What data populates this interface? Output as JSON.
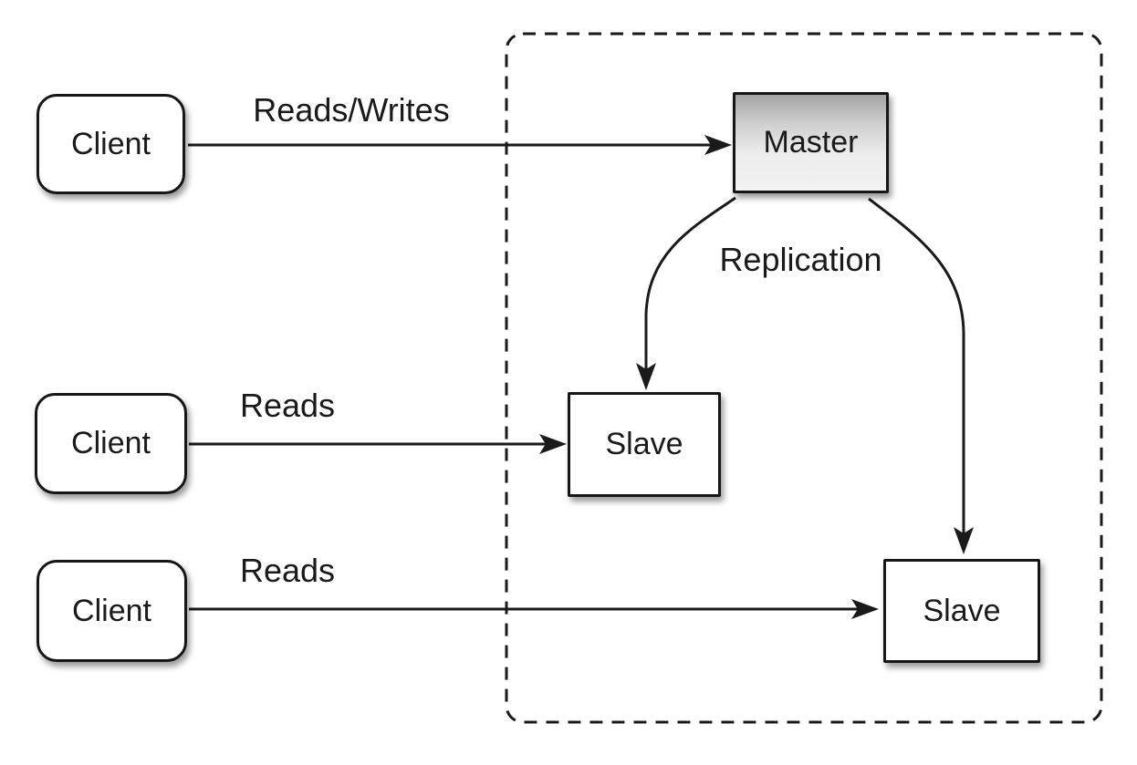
{
  "diagram": {
    "type": "architecture-diagram",
    "topic": "Database master-slave replication",
    "nodes": [
      {
        "id": "client-1",
        "label": "Client",
        "shape": "rounded-rectangle",
        "fill": "#ffffff"
      },
      {
        "id": "client-2",
        "label": "Client",
        "shape": "rounded-rectangle",
        "fill": "#ffffff"
      },
      {
        "id": "client-3",
        "label": "Client",
        "shape": "rounded-rectangle",
        "fill": "#ffffff"
      },
      {
        "id": "master",
        "label": "Master",
        "shape": "rectangle",
        "fill": "gray-gradient"
      },
      {
        "id": "slave-1",
        "label": "Slave",
        "shape": "rectangle",
        "fill": "#ffffff"
      },
      {
        "id": "slave-2",
        "label": "Slave",
        "shape": "rectangle",
        "fill": "#ffffff"
      }
    ],
    "edges": [
      {
        "from": "client-1",
        "to": "master",
        "label": "Reads/Writes",
        "style": "straight-arrow"
      },
      {
        "from": "client-2",
        "to": "slave-1",
        "label": "Reads",
        "style": "straight-arrow"
      },
      {
        "from": "client-3",
        "to": "slave-2",
        "label": "Reads",
        "style": "straight-arrow"
      },
      {
        "from": "master",
        "to": "slave-1",
        "label": "Replication",
        "style": "curved-arrow"
      },
      {
        "from": "master",
        "to": "slave-2",
        "label": "Replication",
        "style": "curved-arrow",
        "label_shared_with_previous": true
      }
    ],
    "container": {
      "id": "replication-group",
      "style": "dashed-rounded-rectangle",
      "contains": [
        "master",
        "slave-1",
        "slave-2"
      ]
    },
    "colors": {
      "background": "#ffffff",
      "line": "#1a1a1a",
      "node_border": "#161616",
      "node_fill": "#ffffff",
      "master_fill_top": "#a3a3a3",
      "master_fill_bottom": "#f2f2f2",
      "text": "#1a1a1a"
    }
  }
}
